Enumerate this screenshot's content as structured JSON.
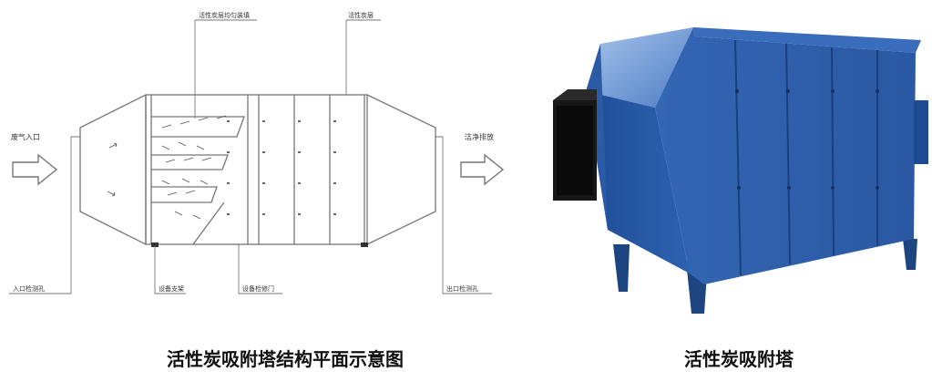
{
  "schematic": {
    "callouts": {
      "top_filter": "活性炭层均匀装填",
      "top_tower": "活性炭层",
      "inlet_label": "废气入口",
      "outlet_label": "洁净排放",
      "bottom_inlet_port": "入口检测孔",
      "bottom_support": "设备支架",
      "bottom_access_door": "设备检修门",
      "bottom_outlet_port": "出口检测孔"
    },
    "caption": "活性炭吸附塔结构平面示意图"
  },
  "product": {
    "caption": "活性炭吸附塔"
  },
  "colors": {
    "tower_blue": "#2a5ca8",
    "tower_blue_dark": "#1d4580",
    "tower_blue_light": "#5d8fd4",
    "line": "#777777"
  }
}
